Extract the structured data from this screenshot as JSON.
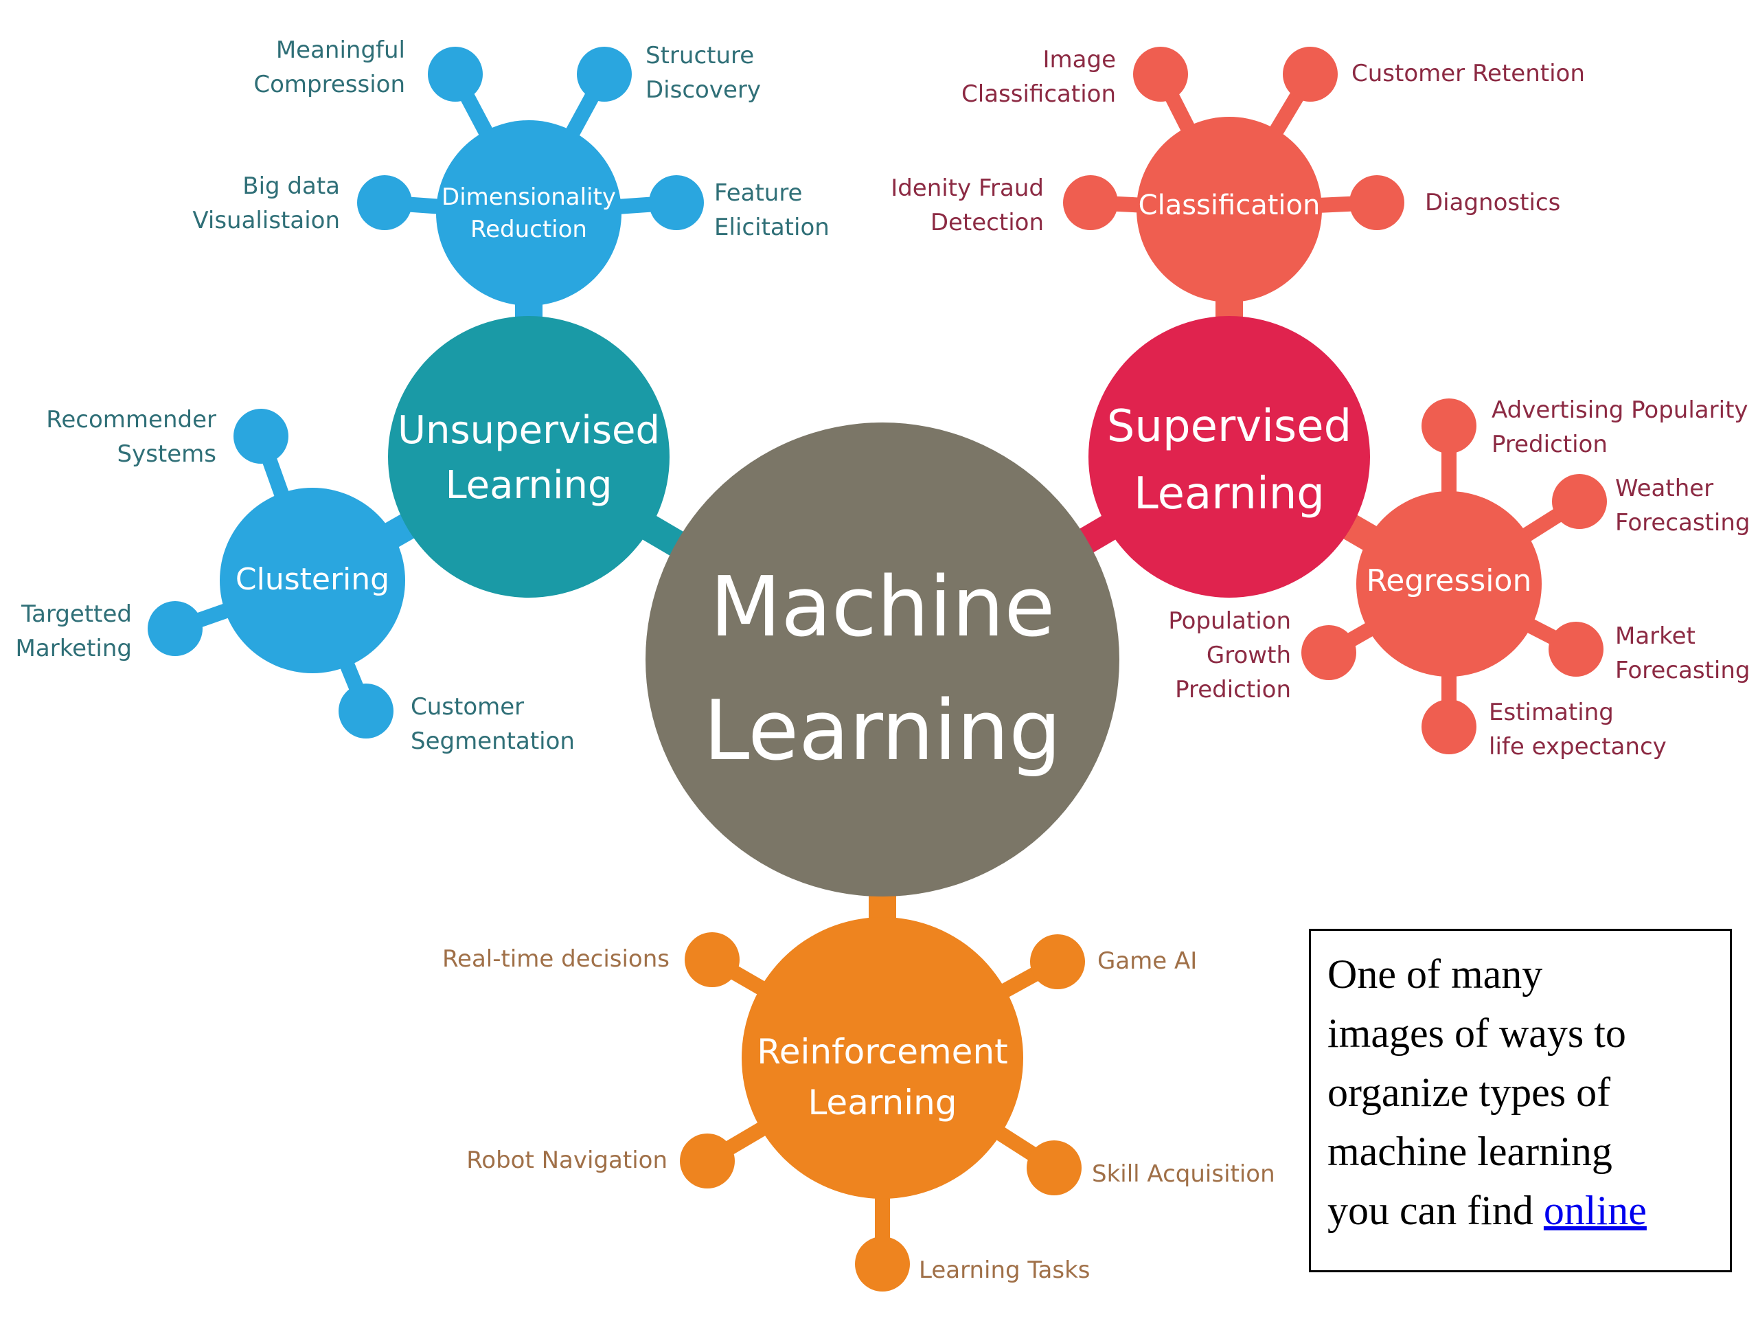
{
  "colors": {
    "center": "#7b7667",
    "unsupervised": "#1a9aa6",
    "unsupervised_sub": "#2aa6df",
    "unsupervised_text": "#2f6f77",
    "supervised": "#e0234e",
    "supervised_sub": "#ef5e50",
    "supervised_text": "#8c2a43",
    "reinforcement": "#ee841f",
    "reinforcement_text": "#a07048"
  },
  "center": {
    "line1": "Machine",
    "line2": "Learning"
  },
  "unsupervised": {
    "hub": {
      "line1": "Unsupervised",
      "line2": "Learning"
    },
    "dimensionality": {
      "line1": "Dimensionality",
      "line2": "Reduction",
      "leaves": [
        {
          "line1": "Meaningful",
          "line2": "Compression"
        },
        {
          "line1": "Structure",
          "line2": "Discovery"
        },
        {
          "line1": "Big data",
          "line2": "Visualistaion"
        },
        {
          "line1": "Feature",
          "line2": "Elicitation"
        }
      ]
    },
    "clustering": {
      "line1": "Clustering",
      "leaves": [
        {
          "line1": "Recommender",
          "line2": "Systems"
        },
        {
          "line1": "Targetted",
          "line2": "Marketing"
        },
        {
          "line1": "Customer",
          "line2": "Segmentation"
        }
      ]
    }
  },
  "supervised": {
    "hub": {
      "line1": "Supervised",
      "line2": "Learning"
    },
    "classification": {
      "line1": "Classification",
      "leaves": [
        {
          "line1": "Image",
          "line2": "Classification"
        },
        {
          "line1": "Customer Retention"
        },
        {
          "line1": "Idenity Fraud",
          "line2": "Detection"
        },
        {
          "line1": "Diagnostics"
        }
      ]
    },
    "regression": {
      "line1": "Regression",
      "leaves": [
        {
          "line1": "Advertising Popularity",
          "line2": "Prediction"
        },
        {
          "line1": "Weather",
          "line2": "Forecasting"
        },
        {
          "line1": "Population",
          "line2": "Growth",
          "line3": "Prediction"
        },
        {
          "line1": "Market",
          "line2": "Forecasting"
        },
        {
          "line1": "Estimating",
          "line2": "life expectancy"
        }
      ]
    }
  },
  "reinforcement": {
    "hub": {
      "line1": "Reinforcement",
      "line2": "Learning"
    },
    "leaves": [
      {
        "line1": "Real-time decisions"
      },
      {
        "line1": "Game AI"
      },
      {
        "line1": "Robot Navigation"
      },
      {
        "line1": "Skill Acquisition"
      },
      {
        "line1": "Learning Tasks"
      }
    ]
  },
  "caption": {
    "line1": "One of many",
    "line2": "images of ways to",
    "line3": "organize types of",
    "line4": "machine learning",
    "line5_prefix": "you can find ",
    "link_text": "online"
  }
}
